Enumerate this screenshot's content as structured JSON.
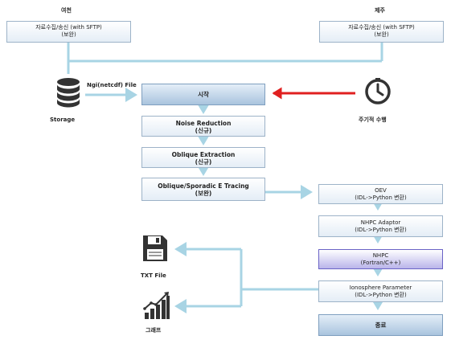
{
  "sources": {
    "left": {
      "title": "여천",
      "line1": "자료수집/송신 (with SFTP)",
      "line2": "(보완)"
    },
    "right": {
      "title": "제주",
      "line1": "자료수집/송신 (with SFTP)",
      "line2": "(보완)"
    }
  },
  "storage": {
    "label": "Storage",
    "file_label": "Ngi(netcdf) File",
    "icon": "database-icon"
  },
  "timer": {
    "label": "주기적 수행",
    "icon": "clock-icon"
  },
  "flow": {
    "start": "시작",
    "noise_reduction": {
      "line1": "Noise Reduction",
      "line2": "(신규)"
    },
    "oblique_extraction": {
      "line1": "Oblique Extraction",
      "line2": "(신규)"
    },
    "oblique_tracing": {
      "line1": "Oblique/Sporadic E Tracing",
      "line2": "(보완)"
    }
  },
  "pipeline": {
    "oev": {
      "line1": "OEV",
      "line2": "(IDL->Python 변환)"
    },
    "nhpc_adaptor": {
      "line1": "NHPC Adaptor",
      "line2": "(IDL->Python 변환)"
    },
    "nhpc": {
      "line1": "NHPC",
      "line2": "(Fortran/C++)"
    },
    "ionosphere": {
      "line1": "Ionosphere  Parameter",
      "line2": "(IDL->Python 변환)"
    },
    "end": "종료"
  },
  "outputs": {
    "txt": {
      "label": "TXT File",
      "icon": "floppy-disk-icon"
    },
    "graph": {
      "label": "그래프",
      "icon": "bar-chart-icon"
    }
  },
  "colors": {
    "connector": "#a8d4e4",
    "trigger_arrow": "#e02020",
    "box_border": "#9db3c8"
  }
}
